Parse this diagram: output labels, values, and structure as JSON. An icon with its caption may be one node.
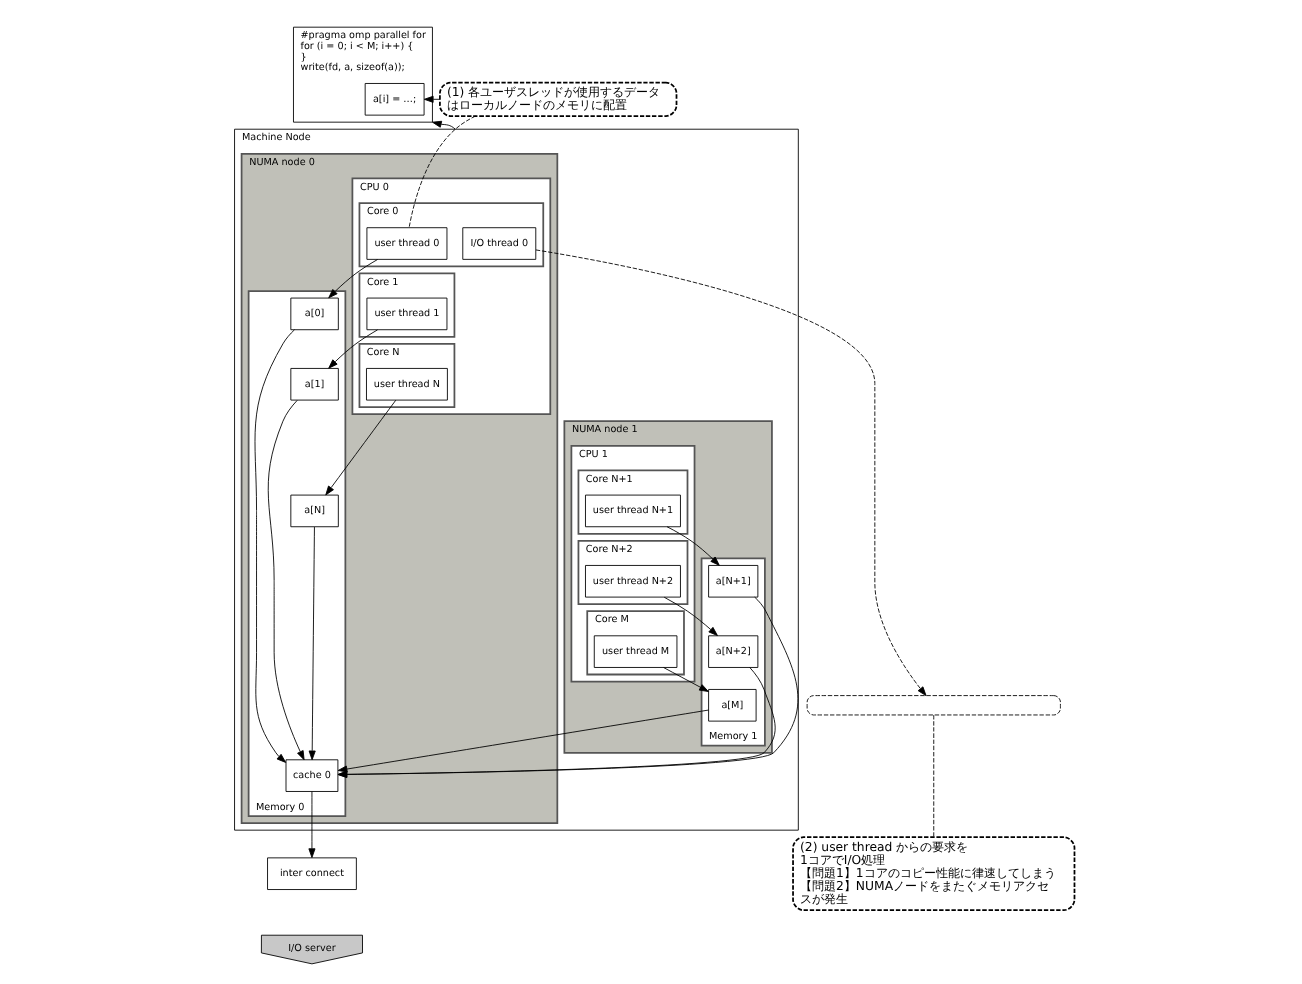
{
  "diagram": {
    "nodes": [
      {
        "text": [
          "#pragma omp parallel for",
          "for (i = 0; i < M; i++) {",
          "}",
          "write(fd, a, sizeof(a));"
        ]
      },
      {
        "text": [
          "a[i] = …;"
        ],
        "in": 0
      },
      {
        "text": [
          "(1) 各ユーザスレッドが使用するデータはローカルノードのメモリに配置"
        ]
      },
      {
        "text": [
          "Machine Node"
        ]
      },
      {
        "text": [
          "NUMA node 0"
        ],
        "in": 3
      },
      {
        "text": [
          "CPU 0"
        ],
        "in": 4
      },
      {
        "text": [
          "Core 0"
        ],
        "in": 5
      },
      {
        "text": [
          "I/O thread 0"
        ],
        "in": 6
      },
      {
        "text": [
          "user thread 0"
        ],
        "in": 6
      },
      {
        "text": [
          "Core 1"
        ],
        "in": 5
      },
      {
        "text": [
          "user thread 1"
        ],
        "in": 9
      },
      {
        "text": [
          "Core N"
        ],
        "in": 5
      },
      {
        "text": [
          "user thread N"
        ],
        "in": 11
      },
      {
        "text": [
          "Memory 0"
        ],
        "in": 4
      },
      {
        "text": [
          "a[0]"
        ],
        "in": 13
      },
      {
        "text": [
          "a[1]"
        ],
        "in": 13
      },
      {
        "text": [
          "a[N]"
        ],
        "in": 13
      },
      {
        "text": [
          "cache 0"
        ],
        "in": 13
      },
      {
        "text": [
          "NUMA node 1"
        ],
        "in": 3
      },
      {
        "text": [
          "CPU 1"
        ],
        "in": 18
      },
      {
        "text": [
          "Core N+1"
        ],
        "in": 19
      },
      {
        "text": [
          "user thread N+1"
        ],
        "in": 20
      },
      {
        "text": [
          "Core N+2"
        ],
        "in": 19
      },
      {
        "text": [
          "user thread N+2"
        ],
        "in": 22
      },
      {
        "text": [
          "Core M"
        ],
        "in": 19
      },
      {
        "text": [
          "user thread M"
        ],
        "in": 24
      },
      {
        "text": [
          "Memory 1"
        ],
        "in": 18
      },
      {
        "text": [
          "a[N+1]"
        ],
        "in": 26
      },
      {
        "text": [
          "a[N+2]"
        ],
        "in": 26
      },
      {
        "text": [
          "a[M]"
        ],
        "in": 26
      },
      {
        "text": [],
        "shape": "box"
      },
      {
        "text": [
          "inter connect"
        ]
      },
      {
        "text": [
          "I/O server"
        ]
      },
      {
        "text": [
          "(2) user thread からの要求を1コアでI/O処理",
          "【問題1】1コアのコピー性能に律速してしまう",
          "【問題2】NUMAノードをまたぐメモリアクセスが発生"
        ]
      }
    ],
    "edges": [
      {
        "from": 2,
        "to": 1,
        "arrow": "to"
      },
      {
        "from": 2,
        "to": 8,
        "arrow": "none",
        "style": "dashed"
      },
      {
        "from": 8,
        "to": 14,
        "arrow": "to"
      },
      {
        "from": 10,
        "to": 15,
        "arrow": "to"
      },
      {
        "from": 12,
        "to": 16,
        "arrow": "to"
      },
      {
        "from": 21,
        "to": 27,
        "arrow": "to"
      },
      {
        "from": 23,
        "to": 28,
        "arrow": "to"
      },
      {
        "from": 25,
        "to": 29,
        "arrow": "to"
      },
      {
        "from": 14,
        "to": 17,
        "arrow": "to"
      },
      {
        "from": 15,
        "to": 17,
        "arrow": "to"
      },
      {
        "from": 16,
        "to": 17,
        "arrow": "to"
      },
      {
        "from": 27,
        "to": 17,
        "arrow": "to"
      },
      {
        "from": 28,
        "to": 17,
        "arrow": "to"
      },
      {
        "from": 29,
        "to": 17,
        "arrow": "to"
      },
      {
        "from": 7,
        "to": 30,
        "arrow": "to",
        "style": "dashed"
      },
      {
        "from": 17,
        "to": 31,
        "arrow": "to"
      },
      {
        "from": 3,
        "to": 0,
        "arrow": "to"
      },
      {
        "from": 33,
        "to": 30,
        "arrow": "none",
        "style": "dashed"
      }
    ]
  }
}
